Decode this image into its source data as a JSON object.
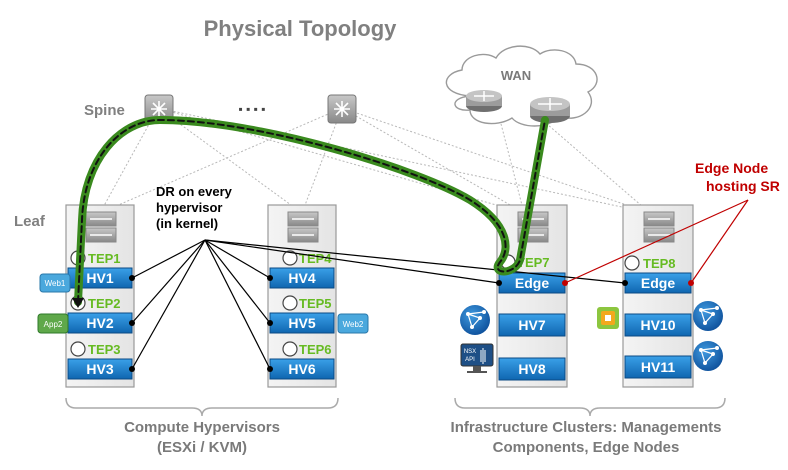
{
  "title": "Physical Topology",
  "labels": {
    "spine": "Spine",
    "spine_dots": "▪ ▪ ▪ ▪",
    "leaf": "Leaf",
    "wan": "WAN",
    "dr_line1": "DR on every",
    "dr_line2": "hypervisor",
    "dr_line3": "(in kernel)",
    "edge_node_line1": "Edge Node",
    "edge_node_line2": "hosting SR",
    "compute_line1": "Compute Hypervisors",
    "compute_line2": "(ESXi / KVM)",
    "infra_line1": "Infrastructure Clusters: Managements",
    "infra_line2": "Components, Edge Nodes"
  },
  "racks": {
    "rack1": {
      "hosts": [
        "HV1",
        "HV2",
        "HV3"
      ],
      "teps": [
        "TEP1",
        "TEP2",
        "TEP3"
      ]
    },
    "rack2": {
      "hosts": [
        "HV4",
        "HV5",
        "HV6"
      ],
      "teps": [
        "TEP4",
        "TEP5",
        "TEP6"
      ]
    },
    "rack3": {
      "hosts": [
        "Edge",
        "HV7",
        "HV8"
      ],
      "teps": [
        "TEP7"
      ]
    },
    "rack4": {
      "hosts": [
        "Edge",
        "HV10",
        "HV11"
      ],
      "teps": [
        "TEP8"
      ]
    }
  },
  "vms": {
    "web1": "Web1",
    "app2": "App2",
    "web2": "Web2"
  },
  "nsx_api": {
    "line1": "NSX",
    "line2": "API"
  },
  "colors": {
    "host_blue": "#1a7fc8",
    "tep_green": "#66bb22",
    "path_green": "#3a8a1e",
    "edge_red": "#c00000",
    "grey_text": "#808080",
    "rack_border": "#999999"
  }
}
